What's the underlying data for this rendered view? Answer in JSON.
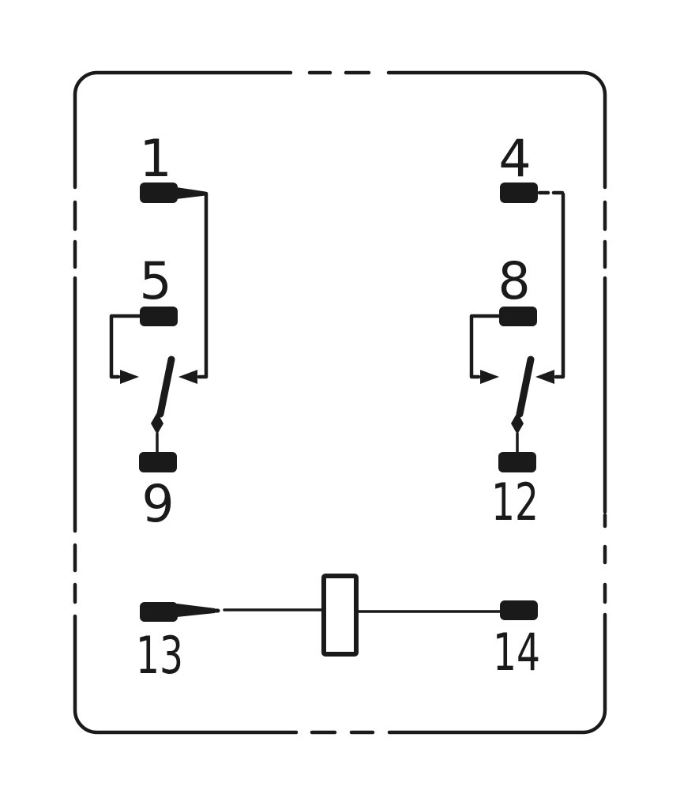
{
  "diagram": {
    "type": "relay-pinout-schematic",
    "background_color": "#ffffff",
    "line_color": "#1a1a1a",
    "poles": [
      {
        "id": "left",
        "top_pin": "1",
        "throw_pin": "5",
        "common_pin": "9"
      },
      {
        "id": "right",
        "top_pin": "4",
        "throw_pin": "8",
        "common_pin": "12"
      }
    ],
    "coil": {
      "left_pin": "13",
      "right_pin": "14"
    }
  }
}
